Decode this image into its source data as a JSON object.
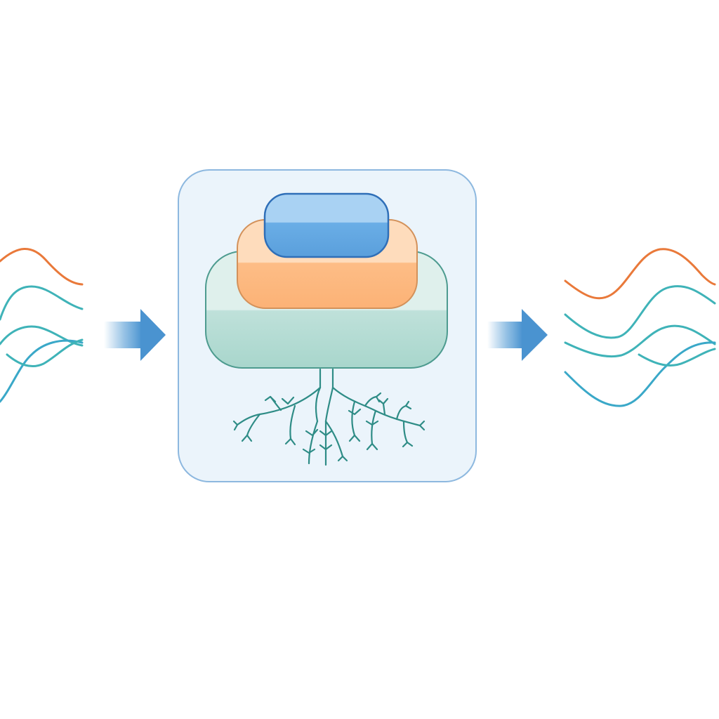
{
  "diagram": {
    "colors": {
      "background": "#ffffff",
      "signal_orange": "#e9793a",
      "signal_teal": "#3fb3b8",
      "signal_blue": "#3aa8c8",
      "arrow": "#5a9fd6",
      "panel_fill": "#ebf4fb",
      "panel_border": "#8db8df",
      "layer_top": "#6aaee6",
      "layer_top_border": "#2f6fb8",
      "layer_middle": "#fdbd86",
      "layer_middle_border": "#d3915a",
      "layer_base": "#bfe1da",
      "layer_base_border": "#4d9b8f",
      "roots": "#2e8c86"
    },
    "input_signals": {
      "name": "input-waves",
      "count": 4
    },
    "output_signals": {
      "name": "output-waves",
      "count": 4
    },
    "arrows": [
      {
        "name": "input-arrow",
        "icon": "right-arrow-icon"
      },
      {
        "name": "output-arrow",
        "icon": "right-arrow-icon"
      }
    ],
    "processing_block": {
      "layers": [
        "top-layer",
        "middle-layer",
        "base-layer"
      ],
      "roots_icon": "branching-roots-icon"
    }
  }
}
